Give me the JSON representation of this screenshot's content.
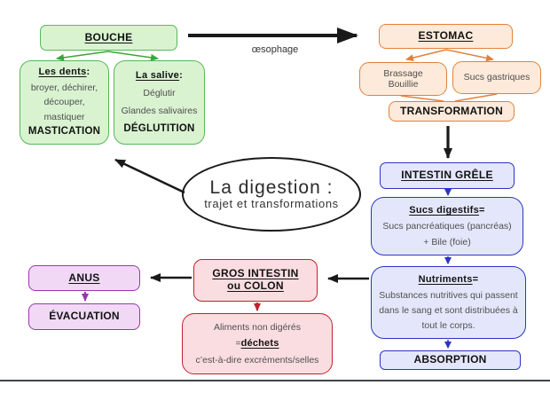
{
  "palette": {
    "green_fill": "#d9f3d1",
    "green_border": "#58b85a",
    "orange_fill": "#fdeada",
    "orange_border": "#e2813c",
    "blue_fill": "#e4e7fb",
    "blue_border": "#2a35bf",
    "red_fill": "#fadde1",
    "red_border": "#c0222f",
    "purple_fill": "#f1d9f6",
    "purple_border": "#9b34b3",
    "arrow_black": "#1a1a1a"
  },
  "center": {
    "title_line1": "La digestion :",
    "title_line2": "trajet et transformations"
  },
  "esophagus_label": "œsophage",
  "nodes": {
    "bouche": {
      "title": "BOUCHE"
    },
    "dents": {
      "heading": "Les dents",
      "colon": " :",
      "lines": [
        "broyer, déchirer,",
        "découper,",
        "mastiquer"
      ],
      "keyword": "MASTICATION"
    },
    "salive": {
      "heading": "La salive",
      "colon": " :",
      "lines": [
        "Déglutir",
        "Glandes salivaires"
      ],
      "keyword": "DÉGLUTITION"
    },
    "estomac": {
      "title": "ESTOMAC"
    },
    "brassage": {
      "lines": [
        "Brassage",
        "Bouillie"
      ]
    },
    "sucs_gastriques": {
      "label": "Sucs gastriques"
    },
    "transformation": {
      "keyword": "TRANSFORMATION"
    },
    "intestin_grele": {
      "title": "INTESTIN GRÊLE"
    },
    "sucs_digestifs": {
      "heading": "Sucs digestifs",
      "equals": " =",
      "lines": [
        "Sucs pancréatiques (pancréas)",
        "+ Bile (foie)"
      ]
    },
    "nutriments": {
      "heading": "Nutriments",
      "equals": " =",
      "lines": [
        "Substances nutritives qui passent",
        "dans le sang et sont distribuées à",
        "tout le corps."
      ]
    },
    "absorption": {
      "keyword": "ABSORPTION"
    },
    "gros_intestin": {
      "title_line1": "GROS INTESTIN",
      "title_line2": "ou COLON"
    },
    "dechets": {
      "line1": "Aliments non digérés",
      "equals": "= ",
      "keyword": "déchets",
      "line3": "c’est-à-dire excréments/selles"
    },
    "anus": {
      "title": "ANUS"
    },
    "evacuation": {
      "keyword": "ÉVACUATION"
    }
  }
}
